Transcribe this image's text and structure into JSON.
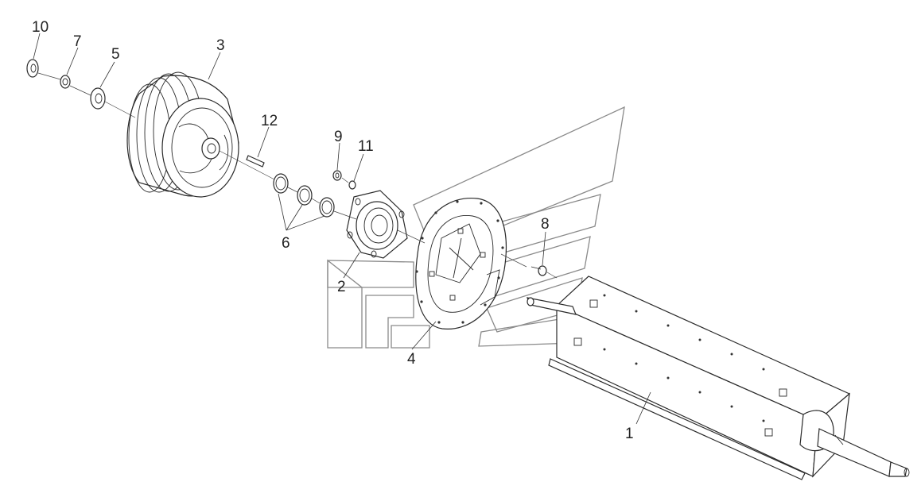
{
  "callouts": [
    {
      "id": "1",
      "text": "1"
    },
    {
      "id": "2",
      "text": "2"
    },
    {
      "id": "3",
      "text": "3"
    },
    {
      "id": "4",
      "text": "4"
    },
    {
      "id": "5",
      "text": "5"
    },
    {
      "id": "6",
      "text": "6"
    },
    {
      "id": "7",
      "text": "7"
    },
    {
      "id": "8",
      "text": "8"
    },
    {
      "id": "9",
      "text": "9"
    },
    {
      "id": "10",
      "text": "10"
    },
    {
      "id": "11",
      "text": "11"
    },
    {
      "id": "12",
      "text": "12"
    }
  ],
  "colors": {
    "line": "#2a2a2a",
    "watermark": "#8a8a8a",
    "background": "#ffffff"
  }
}
